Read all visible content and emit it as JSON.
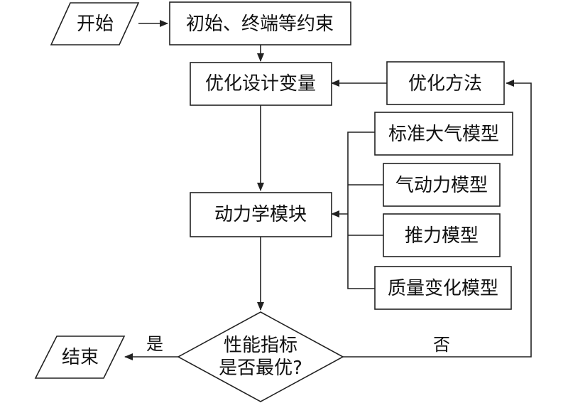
{
  "nodes": {
    "start": "开始",
    "constraints": "初始、终端等约束",
    "variables": "优化设计变量",
    "method": "优化方法",
    "atmosphere": "标准大气模型",
    "aero": "气动力模型",
    "thrust": "推力模型",
    "mass": "质量变化模型",
    "dynamics": "动力学模块",
    "decision_line1": "性能指标",
    "decision_line2": "是否最优?",
    "end": "结束"
  },
  "edges": {
    "yes": "是",
    "no": "否"
  }
}
